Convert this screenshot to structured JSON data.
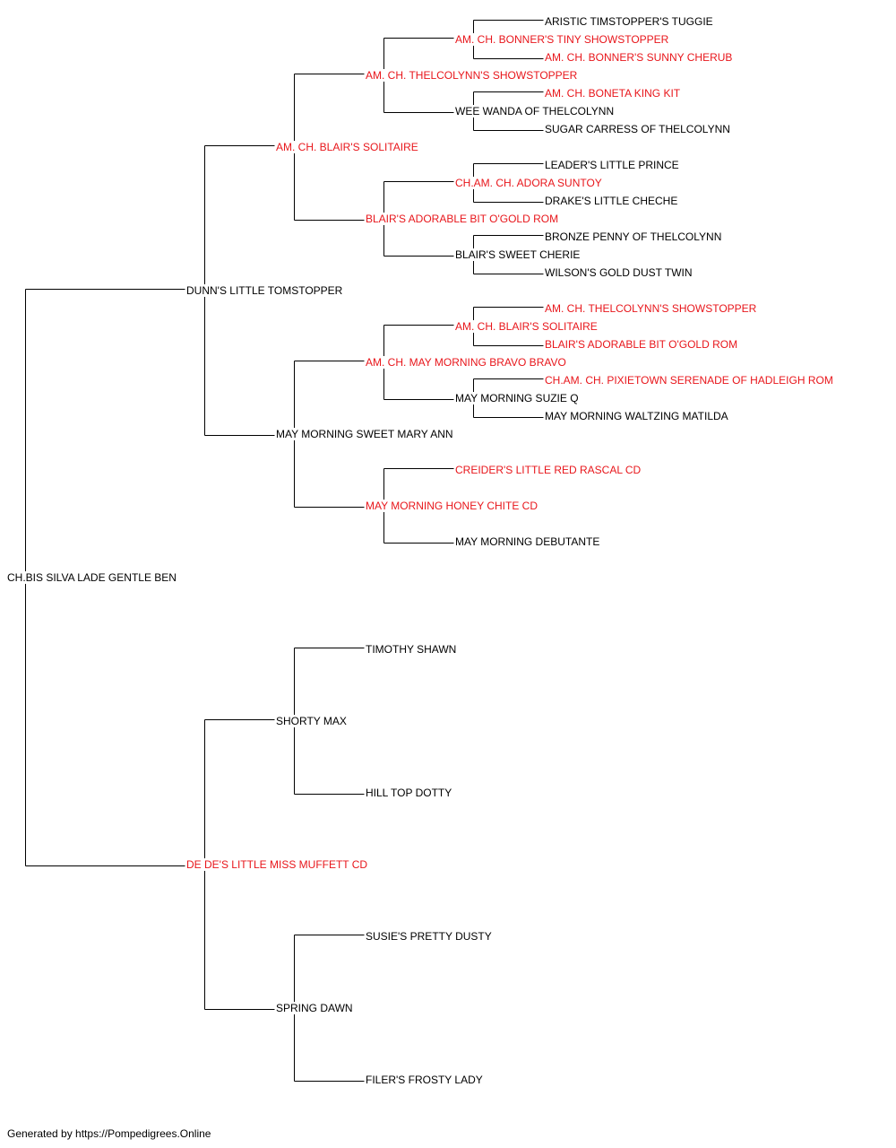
{
  "colors": {
    "line": "#000000",
    "normal_text": "#000000",
    "champion_text": "#e8161b"
  },
  "people": {
    "root": {
      "name": "CH.BIS SILVA LADE GENTLE BEN",
      "champion": false
    },
    "sire": {
      "name": "DUNN'S LITTLE TOMSTOPPER",
      "champion": false
    },
    "dam": {
      "name": "DE DE'S LITTLE MISS MUFFETT CD",
      "champion": true
    },
    "ss": {
      "name": "AM. CH. BLAIR'S SOLITAIRE",
      "champion": true
    },
    "sd": {
      "name": "MAY MORNING SWEET MARY ANN",
      "champion": false
    },
    "ds": {
      "name": "SHORTY MAX",
      "champion": false
    },
    "dd": {
      "name": "SPRING DAWN",
      "champion": false
    },
    "sss": {
      "name": "AM. CH. THELCOLYNN'S SHOWSTOPPER",
      "champion": true
    },
    "ssd": {
      "name": "BLAIR'S ADORABLE BIT O'GOLD ROM",
      "champion": true
    },
    "sds": {
      "name": "AM. CH. MAY MORNING BRAVO BRAVO",
      "champion": true
    },
    "sdd": {
      "name": "MAY MORNING HONEY CHITE CD",
      "champion": true
    },
    "dss": {
      "name": "TIMOTHY SHAWN",
      "champion": false
    },
    "dsd": {
      "name": "HILL TOP DOTTY",
      "champion": false
    },
    "dds": {
      "name": "SUSIE'S PRETTY DUSTY",
      "champion": false
    },
    "ddd": {
      "name": "FILER'S FROSTY LADY",
      "champion": false
    },
    "ssss": {
      "name": "AM. CH. BONNER'S TINY SHOWSTOPPER",
      "champion": true
    },
    "sssd": {
      "name": "WEE WANDA OF THELCOLYNN",
      "champion": false
    },
    "ssds": {
      "name": "CH.AM. CH. ADORA SUNTOY",
      "champion": true
    },
    "ssdd": {
      "name": "BLAIR'S SWEET CHERIE",
      "champion": false
    },
    "sdss": {
      "name": "AM. CH. BLAIR'S SOLITAIRE",
      "champion": true
    },
    "sdsd": {
      "name": "MAY MORNING SUZIE Q",
      "champion": false
    },
    "sdds": {
      "name": "CREIDER'S LITTLE RED RASCAL CD",
      "champion": true
    },
    "sddd": {
      "name": "MAY MORNING DEBUTANTE",
      "champion": false
    },
    "sssss": {
      "name": "ARISTIC TIMSTOPPER'S TUGGIE",
      "champion": false
    },
    "ssssd": {
      "name": "AM. CH. BONNER'S SUNNY CHERUB",
      "champion": true
    },
    "sssds": {
      "name": "AM. CH. BONETA KING KIT",
      "champion": true
    },
    "sssdd": {
      "name": "SUGAR CARRESS OF THELCOLYNN",
      "champion": false
    },
    "ssdss": {
      "name": "LEADER'S LITTLE PRINCE",
      "champion": false
    },
    "ssdsd": {
      "name": "DRAKE'S LITTLE CHECHE",
      "champion": false
    },
    "ssdds": {
      "name": "BRONZE PENNY OF THELCOLYNN",
      "champion": false
    },
    "ssddd": {
      "name": "WILSON'S GOLD DUST TWIN",
      "champion": false
    },
    "sdsss": {
      "name": "AM. CH. THELCOLYNN'S SHOWSTOPPER",
      "champion": true
    },
    "sdssd": {
      "name": "BLAIR'S ADORABLE BIT O'GOLD ROM",
      "champion": true
    },
    "sdsds": {
      "name": "CH.AM. CH. PIXIETOWN SERENADE OF HADLEIGH ROM",
      "champion": true
    },
    "sdsdd": {
      "name": "MAY MORNING WALTZING MATILDA",
      "champion": false
    }
  },
  "footer": {
    "text": "Generated by https://Pompedigrees.Online"
  }
}
